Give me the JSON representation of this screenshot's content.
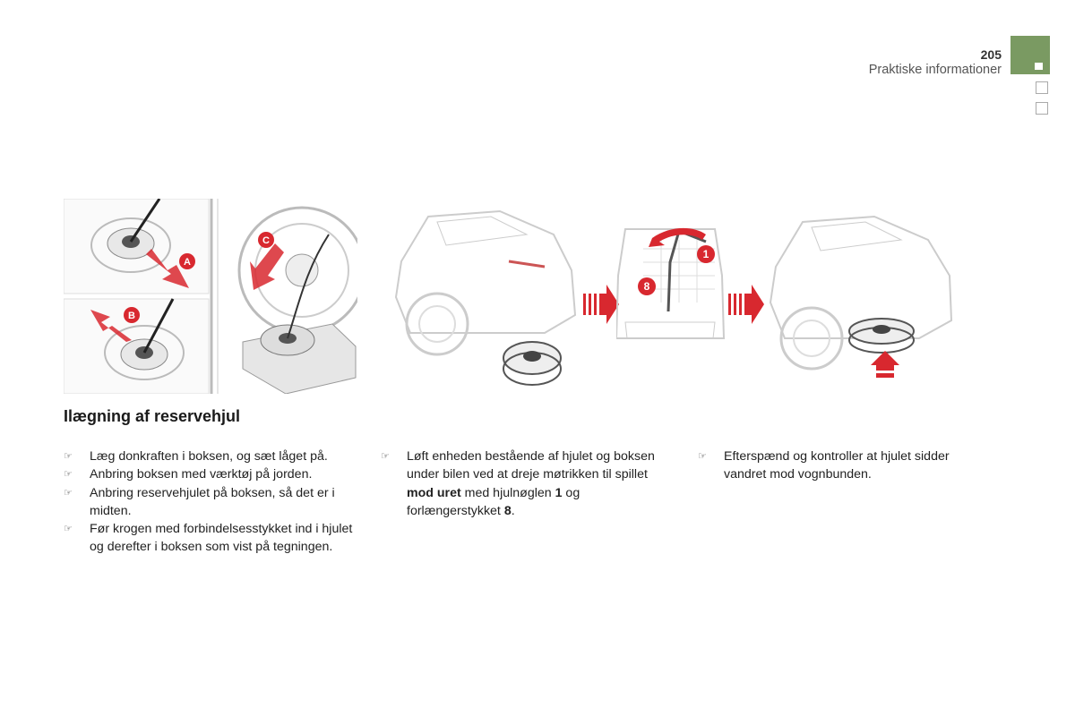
{
  "header": {
    "page_number": "205",
    "section": "Praktiske informationer"
  },
  "figures": {
    "callouts": [
      "A",
      "B",
      "C",
      "1",
      "8"
    ],
    "accent_color": "#d8282f",
    "tab_color": "#7a9a62"
  },
  "heading": "Ilægning af reservehjul",
  "bullet_icon": "pointing-hand-icon",
  "col1": [
    "Læg donkraften i boksen, og sæt låget på.",
    "Anbring boksen med værktøj på jorden.",
    "Anbring reservehjulet på boksen, så det er i midten.",
    "Før krogen med forbindelsesstykket ind i hjulet og derefter i boksen som vist på tegningen."
  ],
  "col2": {
    "part1": "Løft enheden bestående af hjulet og boksen under bilen ved at dreje møtrikken til spillet ",
    "bold1": "mod uret",
    "part2": " med hjulnøglen ",
    "bold2": "1",
    "part3": " og forlængerstykket ",
    "bold3": "8",
    "part4": "."
  },
  "col3": [
    "Efterspænd og kontroller at hjulet sidder vandret mod vognbunden."
  ]
}
